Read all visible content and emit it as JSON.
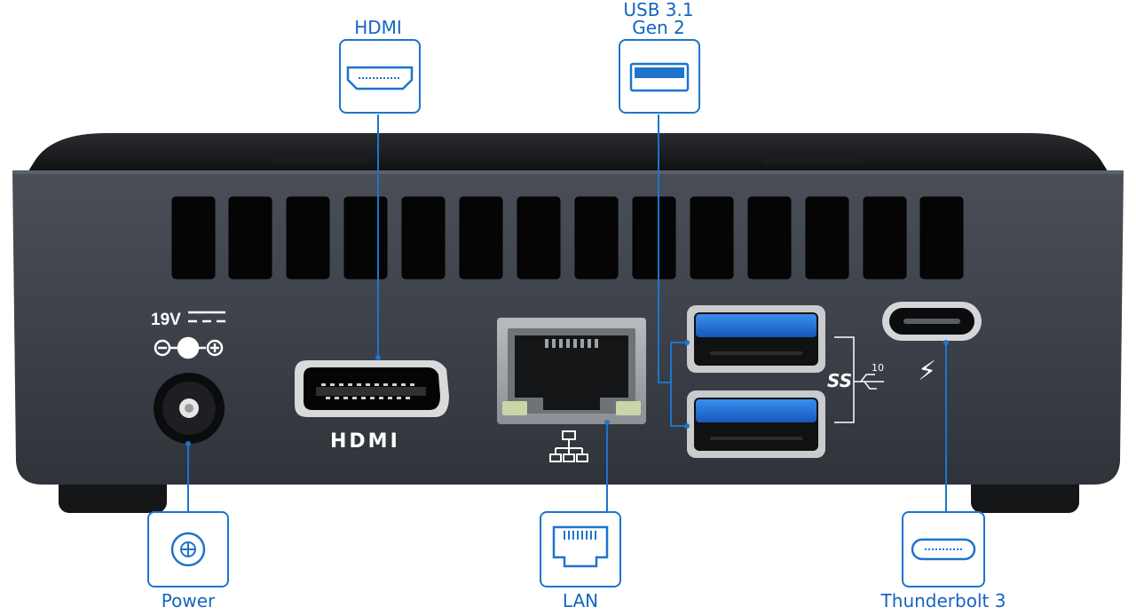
{
  "callouts": {
    "hdmi": {
      "label": "HDMI",
      "icon": "hdmi-port-icon"
    },
    "usb": {
      "label_line1": "USB 3.1",
      "label_line2": "Gen 2",
      "icon": "usb-a-port-icon"
    },
    "power": {
      "label": "Power",
      "icon": "power-jack-icon"
    },
    "lan": {
      "label": "LAN",
      "icon": "ethernet-port-icon"
    },
    "thunderbolt": {
      "label": "Thunderbolt 3",
      "icon": "usb-c-port-icon"
    }
  },
  "device": {
    "power_rating": "19V",
    "hdmi_logo": "HDMI",
    "usb_speed_badge": "SS",
    "usb_speed_number": "10",
    "thunderbolt_symbol": "⚡"
  },
  "colors": {
    "accent": "#1e74cc",
    "label": "#1565c0",
    "chassis": "#3c4149",
    "usb_blue": "#1e6fd6"
  }
}
